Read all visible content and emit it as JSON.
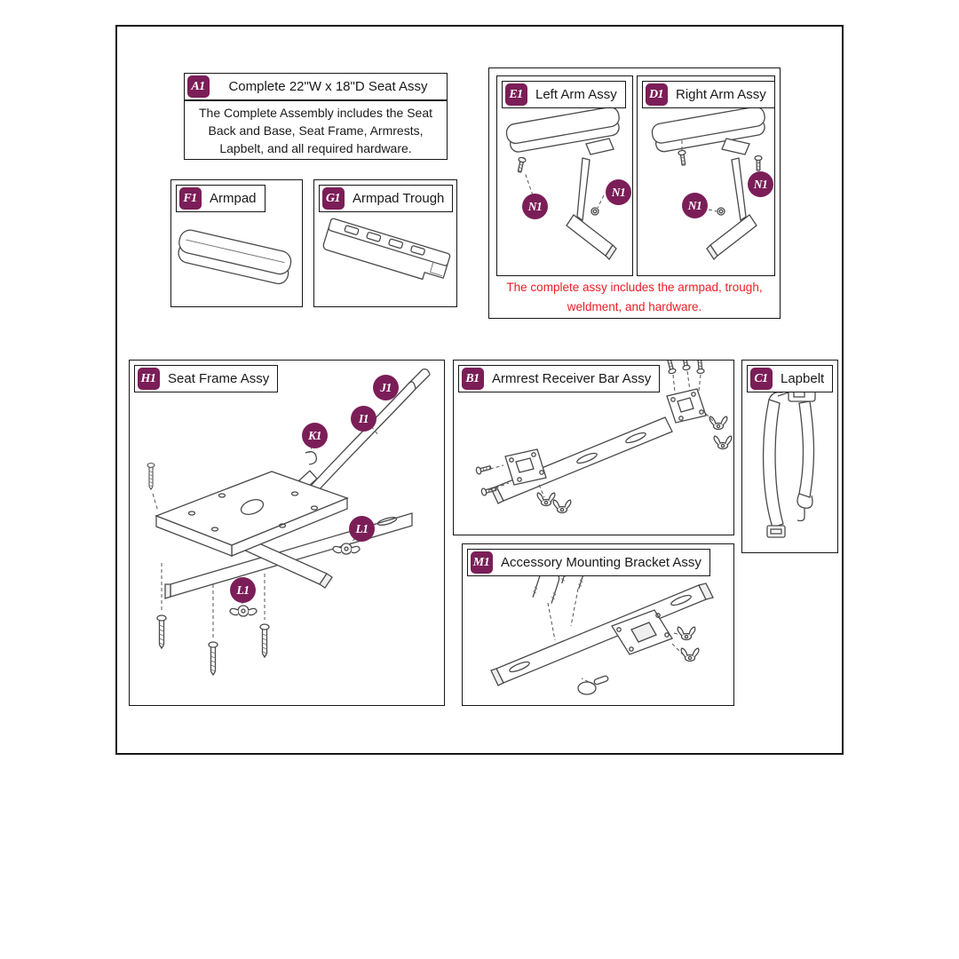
{
  "colors": {
    "accent": "#7b1e58",
    "note": "#ee1c25",
    "border": "#161616"
  },
  "panels": {
    "seat_assy": {
      "badge": "A1",
      "title": "Complete 22\"W x 18\"D Seat Assy",
      "description_lines": [
        "The Complete Assembly includes the Seat",
        "Back and Base, Seat Frame, Armrests,",
        "Lapbelt, and all required hardware."
      ]
    },
    "armpad": {
      "badge": "F1",
      "title": "Armpad"
    },
    "armpad_trough": {
      "badge": "G1",
      "title": "Armpad Trough"
    },
    "arm_group": {
      "left_arm": {
        "badge": "E1",
        "title": "Left Arm Assy",
        "callouts": [
          "N1",
          "N1"
        ]
      },
      "right_arm": {
        "badge": "D1",
        "title": "Right Arm Assy",
        "callouts": [
          "N1",
          "N1"
        ]
      },
      "note_lines": [
        "The complete assy includes the armpad, trough,",
        "weldment, and hardware."
      ]
    },
    "seat_frame": {
      "badge": "H1",
      "title": "Seat Frame Assy",
      "callouts": [
        "J1",
        "I1",
        "K1",
        "L1",
        "L1"
      ]
    },
    "receiver_bar": {
      "badge": "B1",
      "title": "Armrest Receiver Bar Assy"
    },
    "lapbelt": {
      "badge": "C1",
      "title": "Lapbelt"
    },
    "mounting_bracket": {
      "badge": "M1",
      "title": "Accessory Mounting Bracket Assy"
    }
  }
}
